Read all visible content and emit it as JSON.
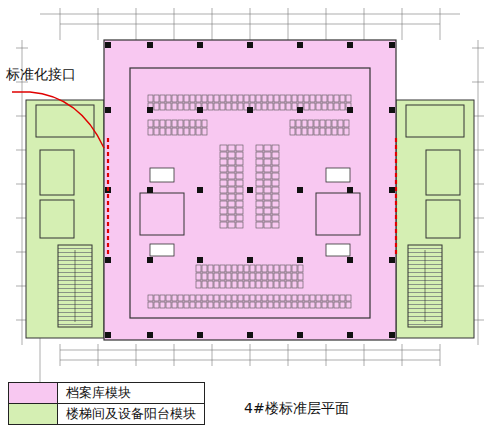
{
  "diagram": {
    "caption": "4#楼标准层平面",
    "labels": [
      "标准化接口"
    ],
    "legend": [
      {
        "text": "档案库模块",
        "color": "#f8c8f1"
      },
      {
        "text": "楼梯间及设备阳台模块",
        "color": "#d5efb3"
      }
    ]
  }
}
